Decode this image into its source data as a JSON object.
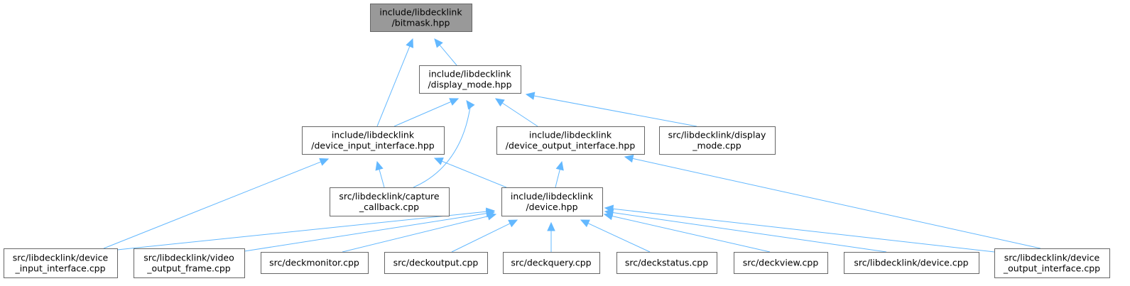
{
  "graph": {
    "title": "",
    "colors": {
      "edge": "#63b8ff",
      "root_fill": "#999999",
      "border": "#666666",
      "text": "#000000"
    },
    "nodes": [
      {
        "id": "bitmask",
        "lines": [
          "include/libdecklink",
          "/bitmask.hpp"
        ],
        "root": true
      },
      {
        "id": "display_mode",
        "lines": [
          "include/libdecklink",
          "/display_mode.hpp"
        ]
      },
      {
        "id": "dev_in_hpp",
        "lines": [
          "include/libdecklink",
          "/device_input_interface.hpp"
        ]
      },
      {
        "id": "dev_out_hpp",
        "lines": [
          "include/libdecklink",
          "/device_output_interface.hpp"
        ]
      },
      {
        "id": "display_mode_cpp",
        "lines": [
          "src/libdecklink/display",
          "_mode.cpp"
        ]
      },
      {
        "id": "capture",
        "lines": [
          "src/libdecklink/capture",
          "_callback.cpp"
        ]
      },
      {
        "id": "device_hpp",
        "lines": [
          "include/libdecklink",
          "/device.hpp"
        ]
      },
      {
        "id": "dev_in_cpp",
        "lines": [
          "src/libdecklink/device",
          "_input_interface.cpp"
        ]
      },
      {
        "id": "video_frame",
        "lines": [
          "src/libdecklink/video",
          "_output_frame.cpp"
        ]
      },
      {
        "id": "deckmonitor",
        "lines": [
          "src/deckmonitor.cpp"
        ]
      },
      {
        "id": "deckoutput",
        "lines": [
          "src/deckoutput.cpp"
        ]
      },
      {
        "id": "deckquery",
        "lines": [
          "src/deckquery.cpp"
        ]
      },
      {
        "id": "deckstatus",
        "lines": [
          "src/deckstatus.cpp"
        ]
      },
      {
        "id": "deckview",
        "lines": [
          "src/deckview.cpp"
        ]
      },
      {
        "id": "device_cpp",
        "lines": [
          "src/libdecklink/device.cpp"
        ]
      },
      {
        "id": "dev_out_cpp",
        "lines": [
          "src/libdecklink/device",
          "_output_interface.cpp"
        ]
      }
    ],
    "edges": [
      {
        "from": "bitmask",
        "to": "display_mode"
      },
      {
        "from": "bitmask",
        "to": "dev_in_hpp"
      },
      {
        "from": "display_mode",
        "to": "dev_in_hpp"
      },
      {
        "from": "display_mode",
        "to": "dev_out_hpp"
      },
      {
        "from": "display_mode",
        "to": "display_mode_cpp"
      },
      {
        "from": "display_mode",
        "to": "capture"
      },
      {
        "from": "dev_in_hpp",
        "to": "capture"
      },
      {
        "from": "dev_in_hpp",
        "to": "device_hpp"
      },
      {
        "from": "dev_in_hpp",
        "to": "dev_in_cpp"
      },
      {
        "from": "dev_out_hpp",
        "to": "device_hpp"
      },
      {
        "from": "dev_out_hpp",
        "to": "dev_out_cpp"
      },
      {
        "from": "device_hpp",
        "to": "dev_in_cpp"
      },
      {
        "from": "device_hpp",
        "to": "video_frame"
      },
      {
        "from": "device_hpp",
        "to": "deckmonitor"
      },
      {
        "from": "device_hpp",
        "to": "deckoutput"
      },
      {
        "from": "device_hpp",
        "to": "deckquery"
      },
      {
        "from": "device_hpp",
        "to": "deckstatus"
      },
      {
        "from": "device_hpp",
        "to": "deckview"
      },
      {
        "from": "device_hpp",
        "to": "device_cpp"
      },
      {
        "from": "device_hpp",
        "to": "dev_out_cpp"
      }
    ]
  }
}
